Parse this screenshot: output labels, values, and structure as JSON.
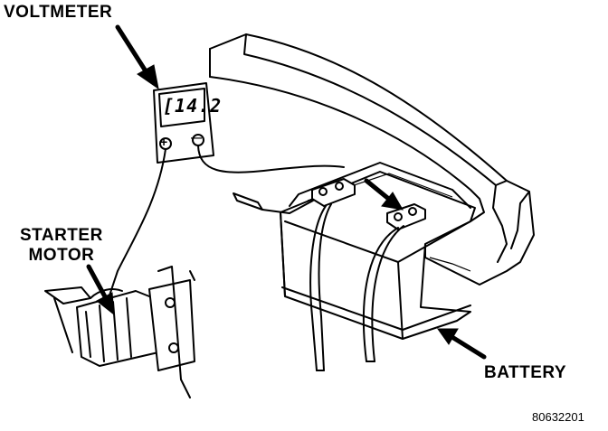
{
  "labels": {
    "voltmeter": "VOLTMETER",
    "starter_line1": "STARTER",
    "starter_line2": "MOTOR",
    "battery": "BATTERY",
    "figure_id": "80632201"
  },
  "voltmeter_display": "[14.2",
  "terminals": {
    "positive": "+",
    "negative": "—"
  },
  "colors": {
    "ink": "#000000",
    "paper": "#ffffff"
  }
}
